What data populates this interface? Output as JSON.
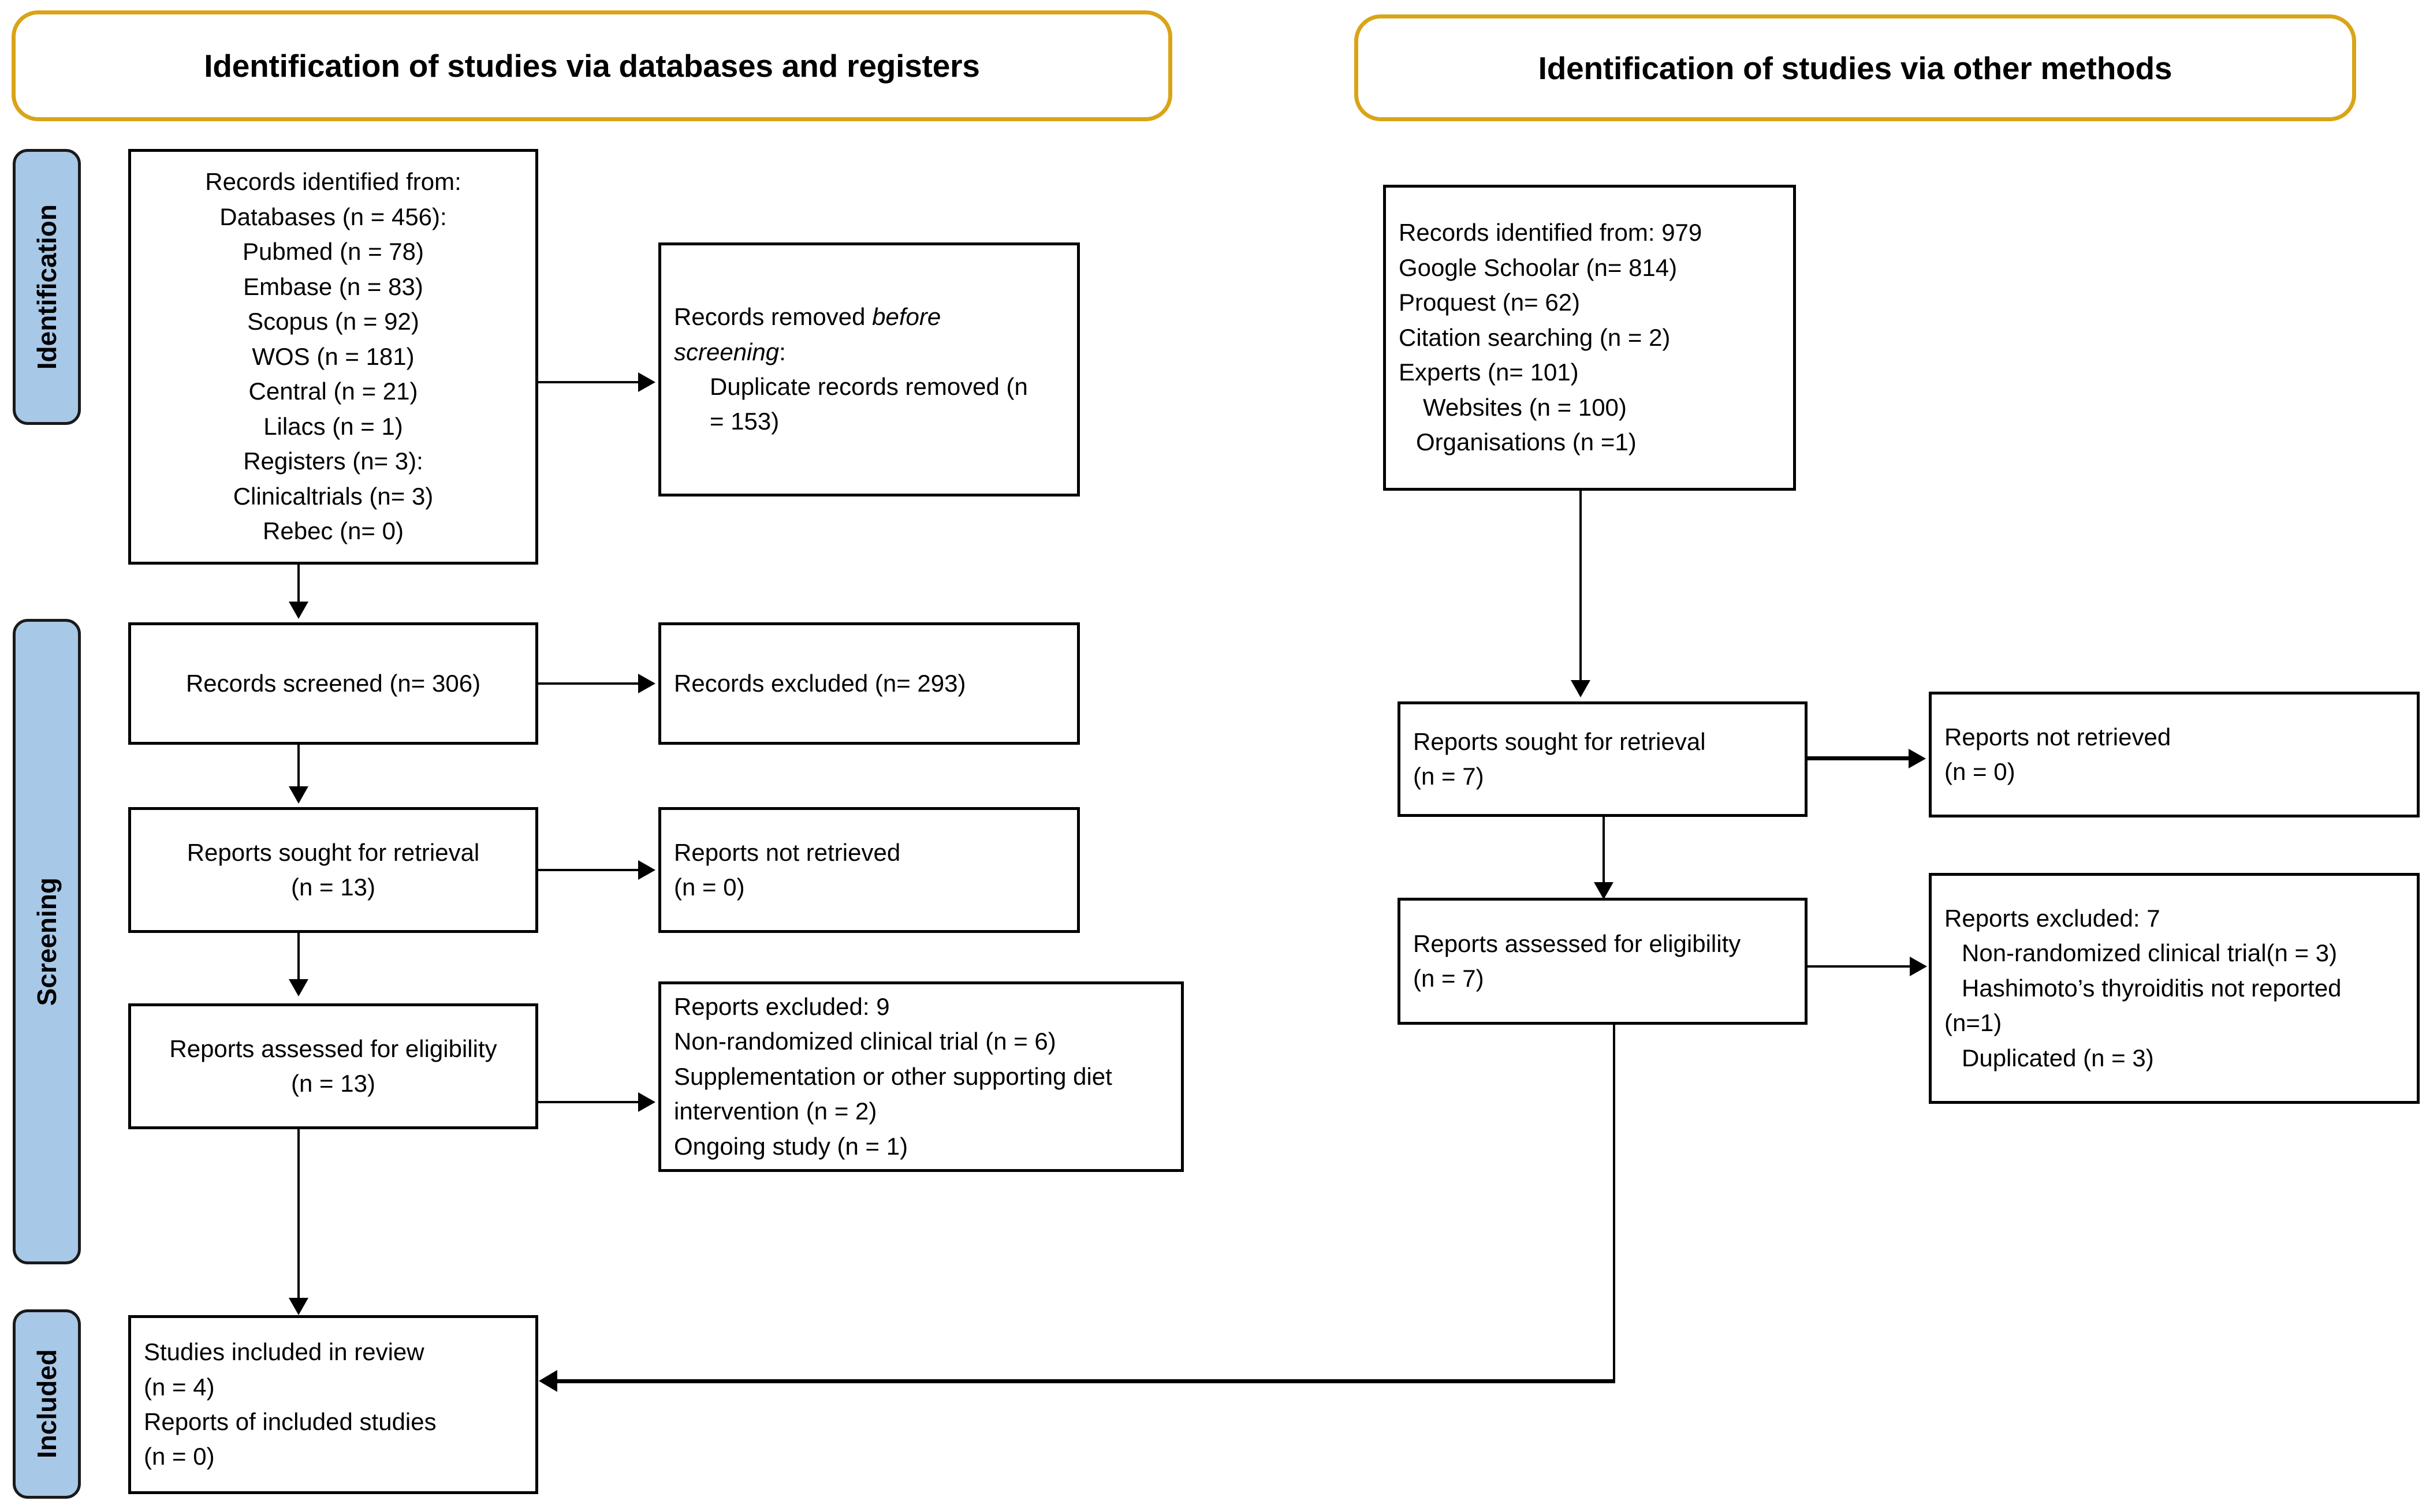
{
  "diagram": {
    "title": "PRISMA 2020 flow diagram",
    "accent_color": "#d9a417",
    "phase_fill_color": "#a8c8e8",
    "line_color": "#000000"
  },
  "headers": {
    "left": "Identification of studies via databases and registers",
    "right": "Identification of studies via other methods"
  },
  "phases": {
    "identification": "Identification",
    "screening": "Screening",
    "included": "Included"
  },
  "left_column": {
    "records_identified": {
      "lines": [
        "Records identified from:",
        "Databases (n = 456):",
        "Pubmed (n = 78)",
        "Embase (n = 83)",
        "Scopus (n = 92)",
        "WOS (n = 181)",
        "Central (n = 21)",
        "Lilacs (n = 1)",
        "Registers (n= 3):",
        "Clinicaltrials (n= 3)",
        "Rebec (n= 0)"
      ]
    },
    "records_removed": {
      "line1_plain": "Records removed ",
      "line1_italic": "before",
      "line2_italic": "screening",
      "line2_plain": ":",
      "line3": "Duplicate records removed (n",
      "line4": "= 153)"
    },
    "records_screened": "Records screened (n= 306)",
    "records_excluded": "Records excluded (n= 293)",
    "reports_sought": [
      "Reports sought for retrieval",
      "(n = 13)"
    ],
    "reports_not_retrieved": [
      "Reports not retrieved",
      "(n = 0)"
    ],
    "reports_assessed": [
      "Reports assessed for eligibility",
      "(n = 13)"
    ],
    "reports_excluded": [
      "Reports excluded: 9",
      "Non-randomized clinical trial (n = 6)",
      "Supplementation or other supporting diet",
      "intervention (n = 2)",
      "Ongoing study (n = 1)"
    ],
    "studies_included": [
      "Studies included in review",
      "(n = 4)",
      "Reports of included studies",
      "(n = 0)"
    ]
  },
  "right_column": {
    "records_identified": {
      "lines": [
        "Records identified from: 979",
        "Google Schoolar (n= 814)",
        "Proquest (n= 62)",
        "Citation searching (n = 2)",
        "Experts (n= 101)",
        "Websites (n = 100)",
        "Organisations (n =1)"
      ]
    },
    "reports_sought": [
      "Reports sought for retrieval",
      "(n = 7)"
    ],
    "reports_not_retrieved": [
      "Reports not retrieved",
      "(n = 0)"
    ],
    "reports_assessed": [
      "Reports assessed for eligibility",
      "(n = 7)"
    ],
    "reports_excluded": [
      "Reports excluded: 7",
      "Non-randomized clinical trial(n = 3)",
      "Hashimoto’s thyroiditis not reported",
      "(n=1)",
      "Duplicated (n = 3)"
    ]
  }
}
